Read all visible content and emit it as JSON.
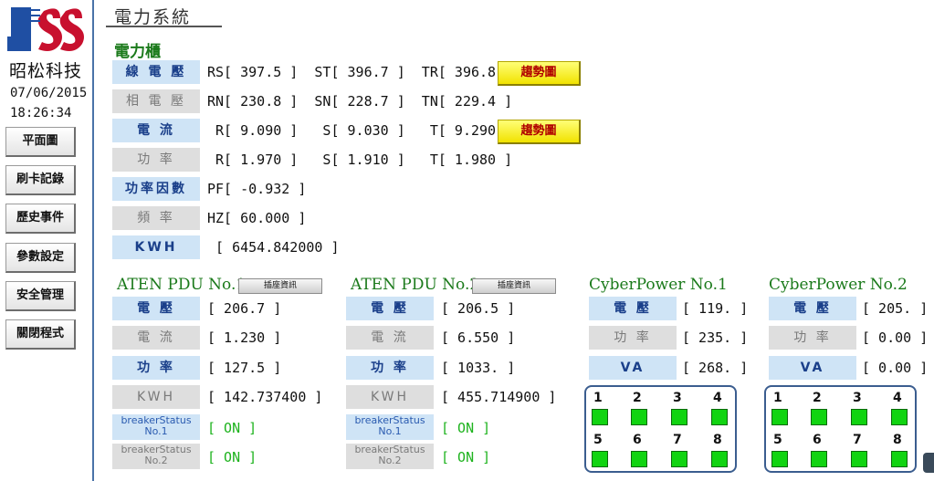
{
  "sidebar": {
    "company": "昭松科技",
    "date": "07/06/2015",
    "time": "18:26:34",
    "nav": [
      "平面圖",
      "刷卡記錄",
      "歷史事件",
      "參數設定",
      "安全管理",
      "關閉程式"
    ],
    "logo_colors": {
      "blue": "#1f4fa3",
      "red": "#c8102e"
    }
  },
  "header": {
    "title": "電力系統",
    "section": "電力櫃"
  },
  "main_panel": {
    "rows": [
      {
        "label": "線 電 壓",
        "value": "RS[ 397.5 ]  ST[ 396.7 ]  TR[ 396.8 ]",
        "trend": "趨勢圖"
      },
      {
        "label": "相 電 壓",
        "value": "RN[ 230.8 ]  SN[ 228.7 ]  TN[ 229.4 ]"
      },
      {
        "label": "電 流",
        "value": " R[ 9.090 ]   S[ 9.030 ]   T[ 9.290 ]",
        "trend": "趨勢圖"
      },
      {
        "label": "功 率",
        "value": " R[ 1.970 ]   S[ 1.910 ]   T[ 1.980 ]"
      },
      {
        "label": "功率因數",
        "value": "PF[ -0.932 ]"
      },
      {
        "label": "頻 率",
        "value": "HZ[ 60.000 ]"
      },
      {
        "label": "KWH",
        "value": " [ 6454.842000 ]"
      }
    ]
  },
  "aten_pdus": [
    {
      "title": "ATEN PDU No.1",
      "button": "插座資訊",
      "rows": [
        {
          "label": "電 壓",
          "value": "[ 206.7 ]"
        },
        {
          "label": "電 流",
          "value": "[ 1.230 ]"
        },
        {
          "label": "功 率",
          "value": "[ 127.5 ]"
        },
        {
          "label": "KWH",
          "value": "[ 142.737400 ]"
        }
      ],
      "breakers": [
        {
          "label1": "breakerStatus",
          "label2": "No.1",
          "value": "[ ON ]"
        },
        {
          "label1": "breakerStatus",
          "label2": "No.2",
          "value": "[ ON ]"
        }
      ]
    },
    {
      "title": "ATEN PDU No.2",
      "button": "插座資訊",
      "rows": [
        {
          "label": "電 壓",
          "value": "[ 206.5 ]"
        },
        {
          "label": "電 流",
          "value": "[ 6.550 ]"
        },
        {
          "label": "功 率",
          "value": "[ 1033. ]"
        },
        {
          "label": "KWH",
          "value": "[ 455.714900 ]"
        }
      ],
      "breakers": [
        {
          "label1": "breakerStatus",
          "label2": "No.1",
          "value": "[ ON ]"
        },
        {
          "label1": "breakerStatus",
          "label2": "No.2",
          "value": "[ ON ]"
        }
      ]
    }
  ],
  "cyber_pdus": [
    {
      "title": "CyberPower No.1",
      "rows": [
        {
          "label": "電 壓",
          "value": "[ 119. ]"
        },
        {
          "label": "功 率",
          "value": "[ 235. ]"
        },
        {
          "label": "VA",
          "value": "[ 268. ]"
        }
      ],
      "outlets": [
        "1",
        "2",
        "3",
        "4",
        "5",
        "6",
        "7",
        "8"
      ]
    },
    {
      "title": "CyberPower No.2",
      "rows": [
        {
          "label": "電 壓",
          "value": "[ 205. ]"
        },
        {
          "label": "功 率",
          "value": "[ 0.00 ]"
        },
        {
          "label": "VA",
          "value": "[ 0.00 ]"
        }
      ],
      "outlets": [
        "1",
        "2",
        "3",
        "4",
        "5",
        "6",
        "7",
        "8"
      ]
    }
  ],
  "colors": {
    "label_blue_bg": "#cfe4f6",
    "label_gray_bg": "#dedede",
    "section_green": "#1b7a1b",
    "status_green": "#1eb31e",
    "led_green": "#11d411"
  }
}
